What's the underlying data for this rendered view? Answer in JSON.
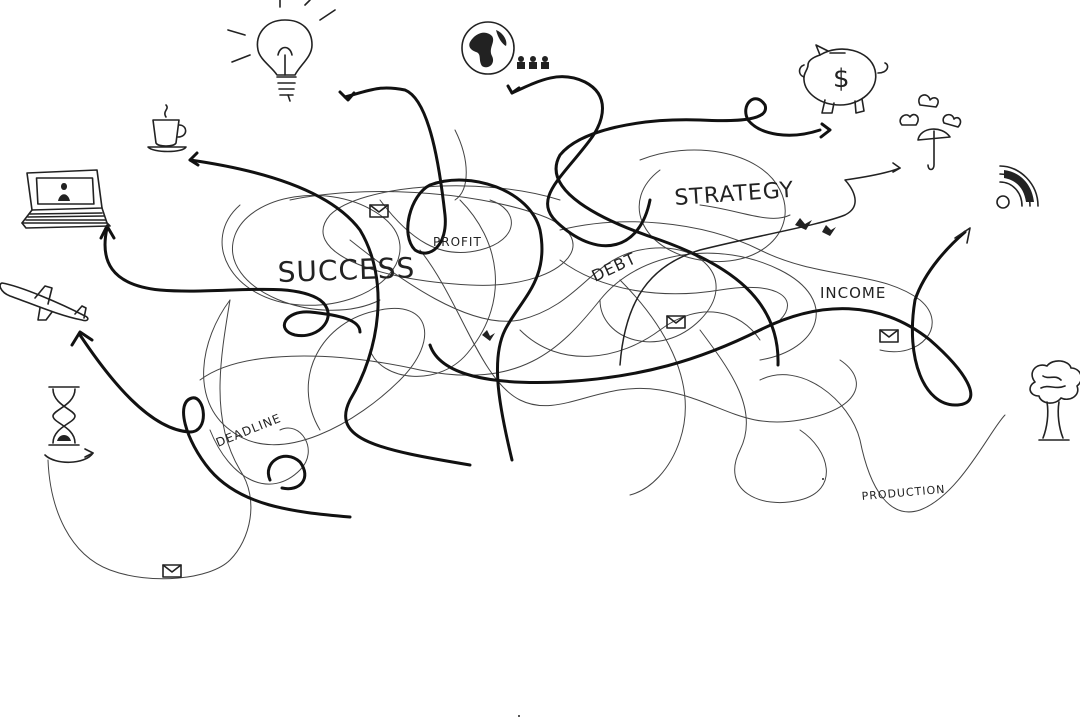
{
  "labels": {
    "success": "SUCCESS",
    "profit": "PROFIT",
    "debt": "DEBT",
    "strategy": "STRATEGY",
    "income": "INCOME",
    "deadline": "DEADLINE",
    "production": "PRODUCTION"
  },
  "icons": [
    "lightbulb-icon",
    "globe-icon",
    "people-icon",
    "piggy-bank-icon",
    "umbrella-icon",
    "rss-icon",
    "coffee-cup-icon",
    "laptop-icon",
    "airplane-icon",
    "hourglass-icon",
    "tree-icon",
    "envelope-icon",
    "bird-icon"
  ]
}
